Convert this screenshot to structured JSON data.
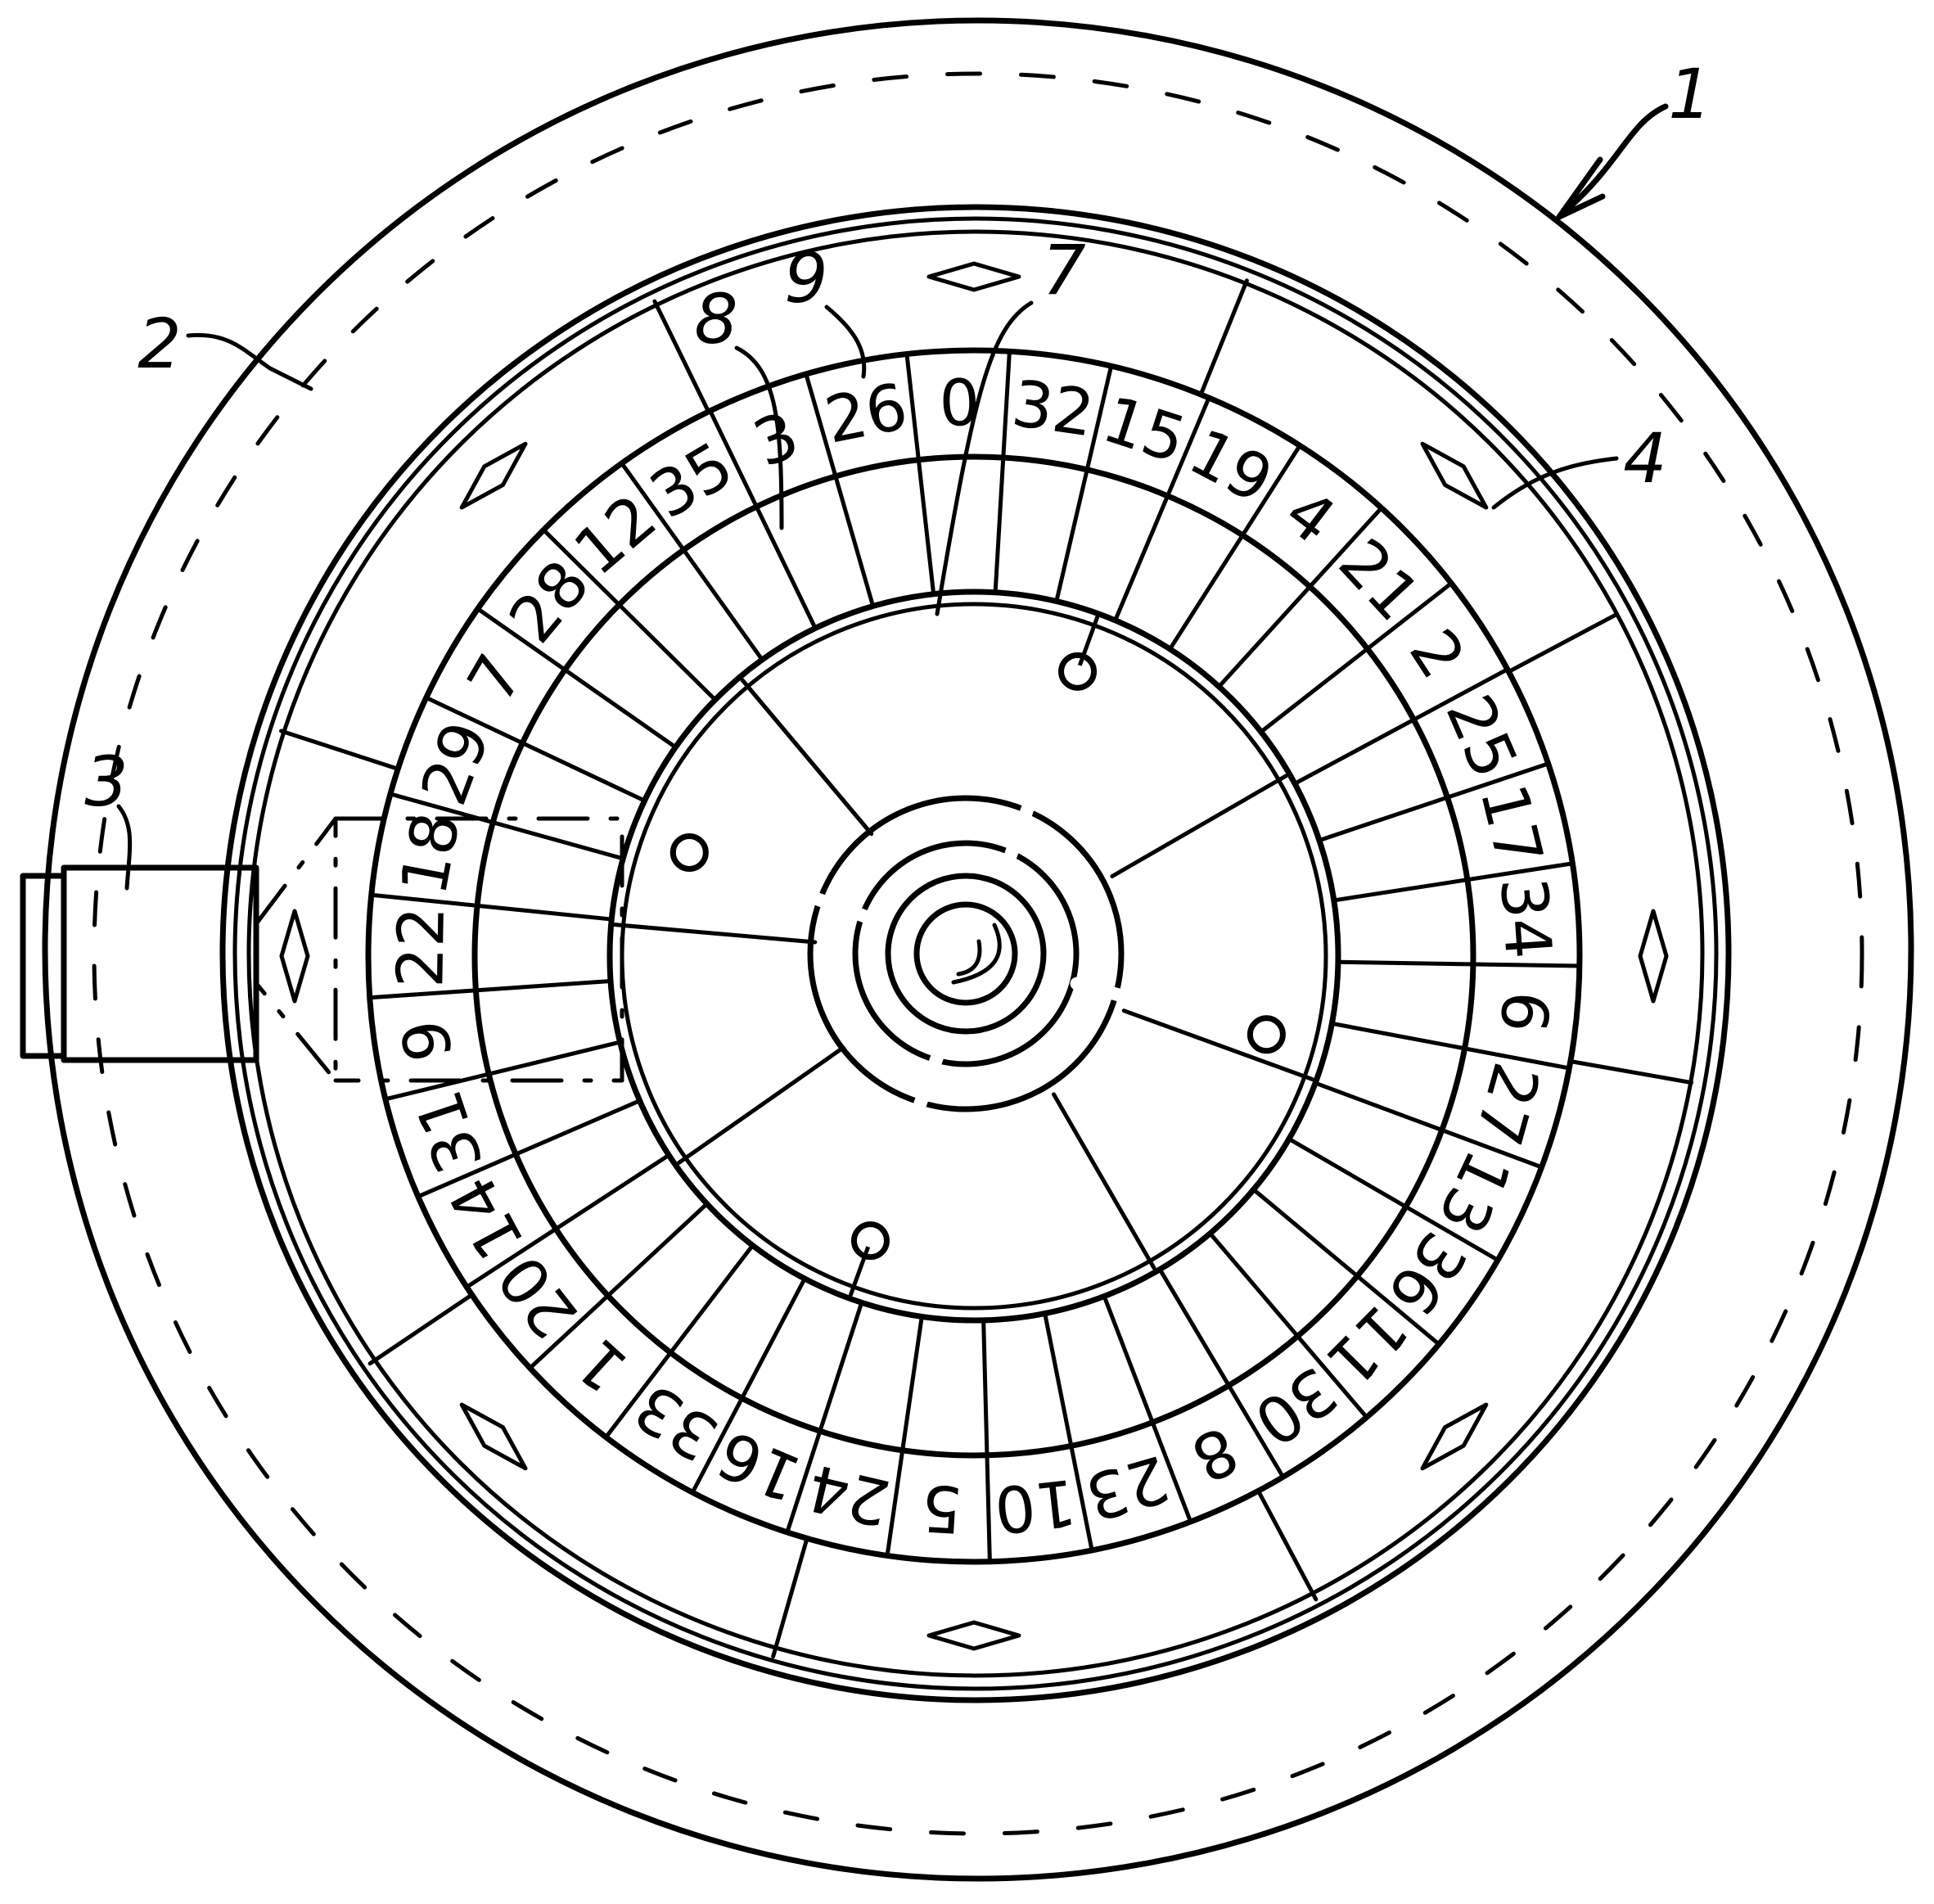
{
  "figure": {
    "type": "patent line drawing",
    "subject": "roulette wheel with camera unit, top view",
    "stroke_color": "#000000",
    "background_color": "#ffffff"
  },
  "wheel": {
    "numbers_clockwise_from_top": [
      0,
      32,
      15,
      19,
      4,
      21,
      2,
      25,
      17,
      34,
      6,
      27,
      13,
      36,
      11,
      30,
      8,
      23,
      10,
      5,
      24,
      16,
      33,
      1,
      20,
      14,
      31,
      9,
      22,
      18,
      29,
      7,
      28,
      12,
      35,
      3,
      26
    ],
    "pocket_count": 37,
    "diamonds": 8,
    "spokes": 4
  },
  "reference_labels": [
    {
      "id": "1",
      "text": "1",
      "target": "roulette wheel assembly (arrow)"
    },
    {
      "id": "2",
      "text": "2",
      "target": "outer rim"
    },
    {
      "id": "3",
      "text": "3",
      "target": "camera unit"
    },
    {
      "id": "4",
      "text": "4",
      "target": "ball track / bowl"
    },
    {
      "id": "7",
      "text": "7",
      "target": "rotor cone"
    },
    {
      "id": "8",
      "text": "8",
      "target": "pocket"
    },
    {
      "id": "9",
      "text": "9",
      "target": "number ring"
    }
  ]
}
